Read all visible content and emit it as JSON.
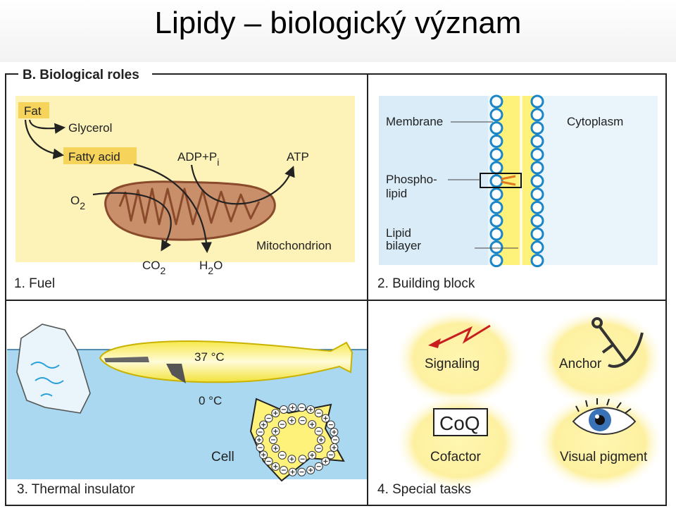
{
  "slide": {
    "title": "Lipidy – biologický význam"
  },
  "figure": {
    "heading": "B. Biological roles",
    "panels": [
      {
        "caption": "1. Fuel",
        "labels": {
          "fat": "Fat",
          "glycerol": "Glycerol",
          "fatty_acid": "Fatty acid",
          "adp_pi": "ADP+P",
          "adp_sub": "i",
          "atp": "ATP",
          "o2": "O",
          "o2_sub": "2",
          "co2": "CO",
          "co2_sub": "2",
          "h2o_h": "H",
          "h2o_sub": "2",
          "h2o_o": "O",
          "mitochondrion": "Mitochondrion"
        }
      },
      {
        "caption": "2. Building block",
        "labels": {
          "membrane": "Membrane",
          "cytoplasm": "Cytoplasm",
          "phospholipid_1": "Phospho-",
          "phospholipid_2": "lipid",
          "lipid_bilayer_1": "Lipid",
          "lipid_bilayer_2": "bilayer"
        }
      },
      {
        "caption": "3. Thermal insulator",
        "labels": {
          "temp_body": "37 °C",
          "temp_water": "0 °C",
          "cell": "Cell"
        }
      },
      {
        "caption": "4. Special tasks",
        "labels": {
          "signaling": "Signaling",
          "anchor": "Anchor",
          "coq": "CoQ",
          "cofactor": "Cofactor",
          "visual_pigment": "Visual pigment"
        }
      }
    ]
  },
  "colors": {
    "panel_yellow": "#fdf2b8",
    "membrane_blue": "#d9ecf8",
    "bilayer_yellow": "#fff27a",
    "mito_fill": "#c98f6b",
    "mito_stroke": "#8a4a2c",
    "highlight_label": "#f6d35a",
    "water": "#a9d8f0",
    "bead_stroke": "#1a86c8",
    "signal_red": "#c81e1e"
  }
}
